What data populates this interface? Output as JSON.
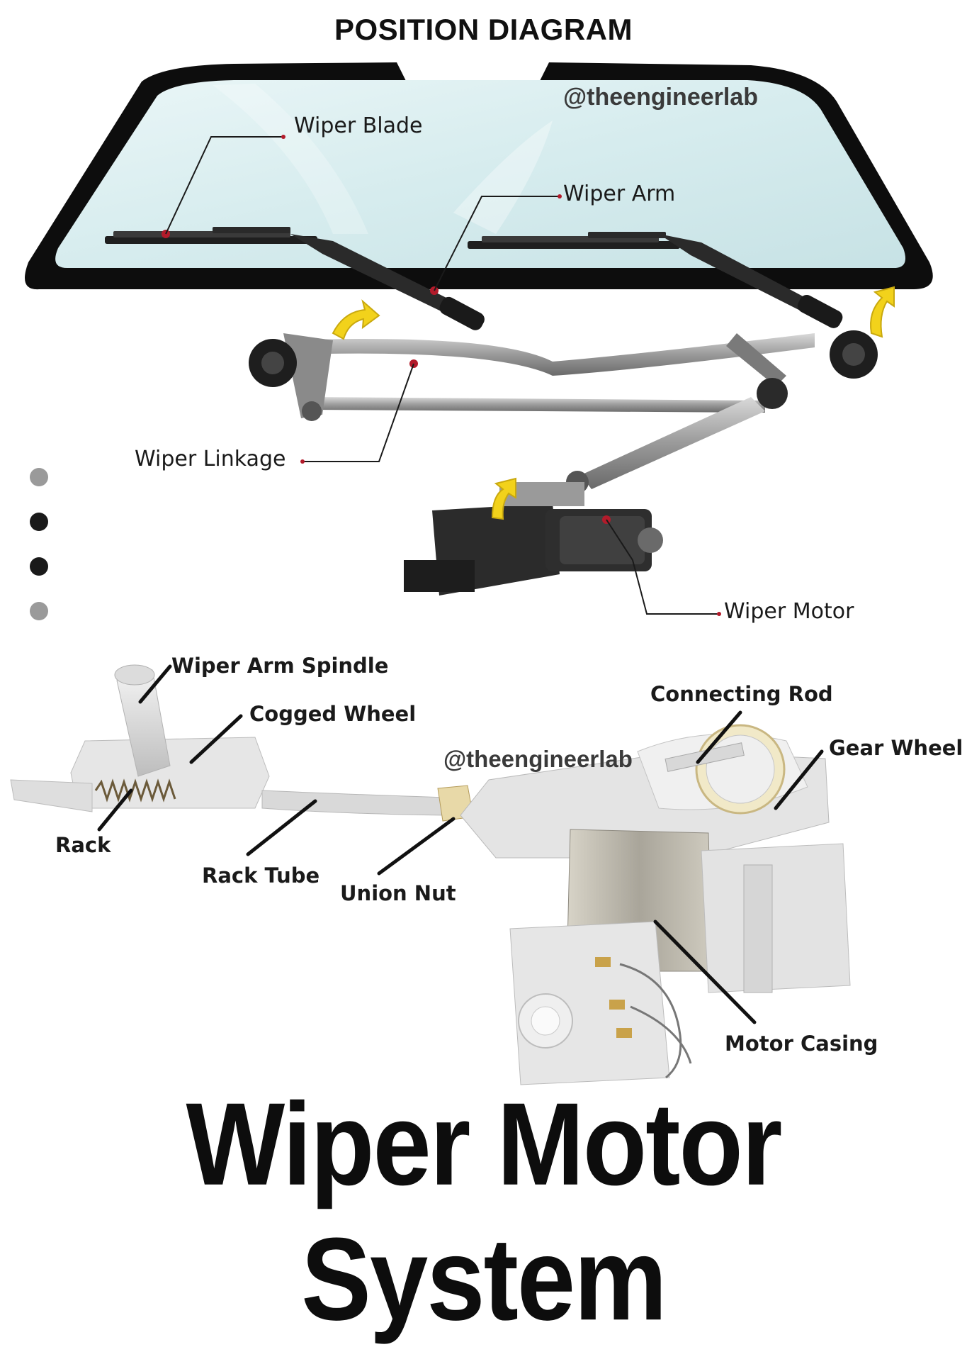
{
  "header": {
    "title": "POSITION DIAGRAM"
  },
  "watermark": {
    "handle_top": "@theengineerlab",
    "handle_bottom": "@theengineerlab"
  },
  "top_labels": {
    "wiper_blade": "Wiper Blade",
    "wiper_arm": "Wiper Arm",
    "wiper_linkage": "Wiper Linkage",
    "wiper_motor": "Wiper Motor"
  },
  "bottom_labels": {
    "wiper_arm_spindle": "Wiper Arm Spindle",
    "cogged_wheel": "Cogged Wheel",
    "connecting_rod": "Connecting Rod",
    "gear_wheel": "Gear Wheel",
    "rack": "Rack",
    "rack_tube": "Rack Tube",
    "union_nut": "Union Nut",
    "motor_casing": "Motor Casing"
  },
  "footer": {
    "title": "Wiper Motor System"
  },
  "side_dots": [
    "light",
    "dark",
    "dark",
    "light"
  ],
  "colors": {
    "marker": "#b31b2b",
    "arrow": "#f2d21b",
    "glass": "#dff0f2",
    "frame": "#0d0d0d"
  }
}
